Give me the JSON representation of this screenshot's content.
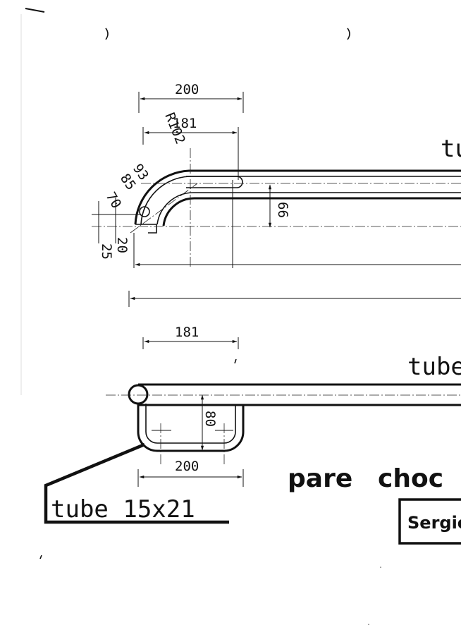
{
  "top_view": {
    "dimensions": {
      "overall_width": "200",
      "inner_width": "181",
      "radius": "R102",
      "r93": "93",
      "r85": "85",
      "r70": "70",
      "height_right": "66",
      "offset_20": "20",
      "offset_25": "25"
    },
    "tube_label_partial": "tu"
  },
  "side_view": {
    "dimensions": {
      "inner_width": "181",
      "height": "80",
      "bottom_width": "200"
    },
    "tube_label_partial": "tube",
    "tube_callout": "tube 15x21"
  },
  "title": {
    "text_pare": "pare",
    "text_choc": "choc",
    "stamp_partial": "Sergio"
  }
}
